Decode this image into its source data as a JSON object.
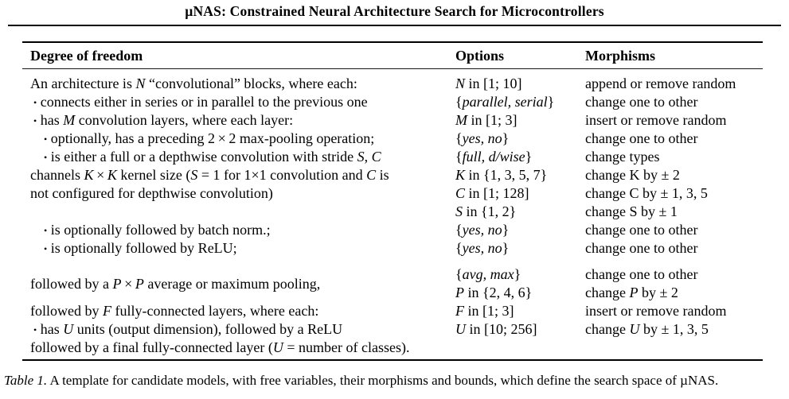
{
  "page": {
    "running_title": "µNAS: Constrained Neural Architecture Search for Microcontrollers"
  },
  "table": {
    "columns": [
      "Degree of freedom",
      "Options",
      "Morphisms"
    ],
    "groups": [
      {
        "lines": 1,
        "c1": [
          {
            "t": "An architecture is $N$ “convolutional” blocks, where each:"
          }
        ],
        "c2": [
          "$N$ in [1; 10]"
        ],
        "c3": [
          "append or remove random"
        ]
      },
      {
        "lines": 1,
        "c1": [
          {
            "bullet": true,
            "ind": 1,
            "t": "connects either in series or in parallel to the previous one"
          }
        ],
        "c2": [
          "{$parallel, serial$}"
        ],
        "c3": [
          "change one to other"
        ]
      },
      {
        "lines": 1,
        "c1": [
          {
            "bullet": true,
            "ind": 1,
            "t": "has $M$ convolution layers, where each layer:"
          }
        ],
        "c2": [
          "$M$ in [1; 3]"
        ],
        "c3": [
          "insert or remove random"
        ]
      },
      {
        "lines": 1,
        "c1": [
          {
            "bullet": true,
            "ind": 2,
            "t": "optionally, has a preceding 2 × 2 max-pooling operation;"
          }
        ],
        "c2": [
          "{$yes, no$}"
        ],
        "c3": [
          "change one to other"
        ]
      },
      {
        "lines": 4,
        "c1": [
          {
            "bullet": true,
            "ind": 2,
            "t": "is either a full or a depthwise convolution with stride $S$, $C$"
          },
          {
            "t": "channels $K$ × $K$ kernel size ($S$ = 1 for 1×1 convolution and $C$ is"
          },
          {
            "t": "not configured for depthwise convolution)"
          }
        ],
        "c2": [
          "{$full, d/wise$}",
          "$K$ in {1, 3, 5, 7}",
          "$C$ in [1; 128]",
          "$S$ in {1, 2}"
        ],
        "c3": [
          "change types",
          "change K by ± 2",
          "change C by ± 1, 3, 5",
          "change S by ± 1"
        ]
      },
      {
        "lines": 1,
        "c1": [
          {
            "bullet": true,
            "ind": 2,
            "t": "is optionally followed by batch norm.;"
          }
        ],
        "c2": [
          "{$yes, no$}"
        ],
        "c3": [
          "change one to other"
        ]
      },
      {
        "lines": 1,
        "c1": [
          {
            "bullet": true,
            "ind": 2,
            "t": "is optionally followed by ReLU;"
          }
        ],
        "c2": [
          "{$yes, no$}"
        ],
        "c3": [
          "change one to other"
        ]
      },
      {
        "lines": 2,
        "gap": true,
        "center": true,
        "c1": [
          {
            "t": "followed by a $P$ × $P$ average or maximum pooling,"
          }
        ],
        "c2": [
          "{$avg, max$}",
          "$P$ in {2, 4, 6}"
        ],
        "c3": [
          "change one to other",
          "change $P$ by ± 2"
        ]
      },
      {
        "lines": 1,
        "c1": [
          {
            "t": "followed by $F$ fully-connected layers, where each:"
          }
        ],
        "c2": [
          "$F$ in [1; 3]"
        ],
        "c3": [
          "insert or remove random"
        ]
      },
      {
        "lines": 1,
        "c1": [
          {
            "bullet": true,
            "ind": 1,
            "t": "has $U$ units (output dimension), followed by a ReLU"
          }
        ],
        "c2": [
          "$U$ in [10; 256]"
        ],
        "c3": [
          "change $U$ by ± 1, 3, 5"
        ]
      },
      {
        "lines": 1,
        "c1": [
          {
            "t": "followed by a final fully-connected layer ($U$ = number of classes)."
          }
        ],
        "c2": [
          ""
        ],
        "c3": [
          ""
        ]
      }
    ]
  },
  "caption": {
    "label": "Table 1.",
    "text": "A template for candidate models, with free variables, their morphisms and bounds, which define the search space of µNAS."
  },
  "colors": {
    "background": "#ffffff",
    "text": "#000000",
    "rule": "#000000"
  }
}
